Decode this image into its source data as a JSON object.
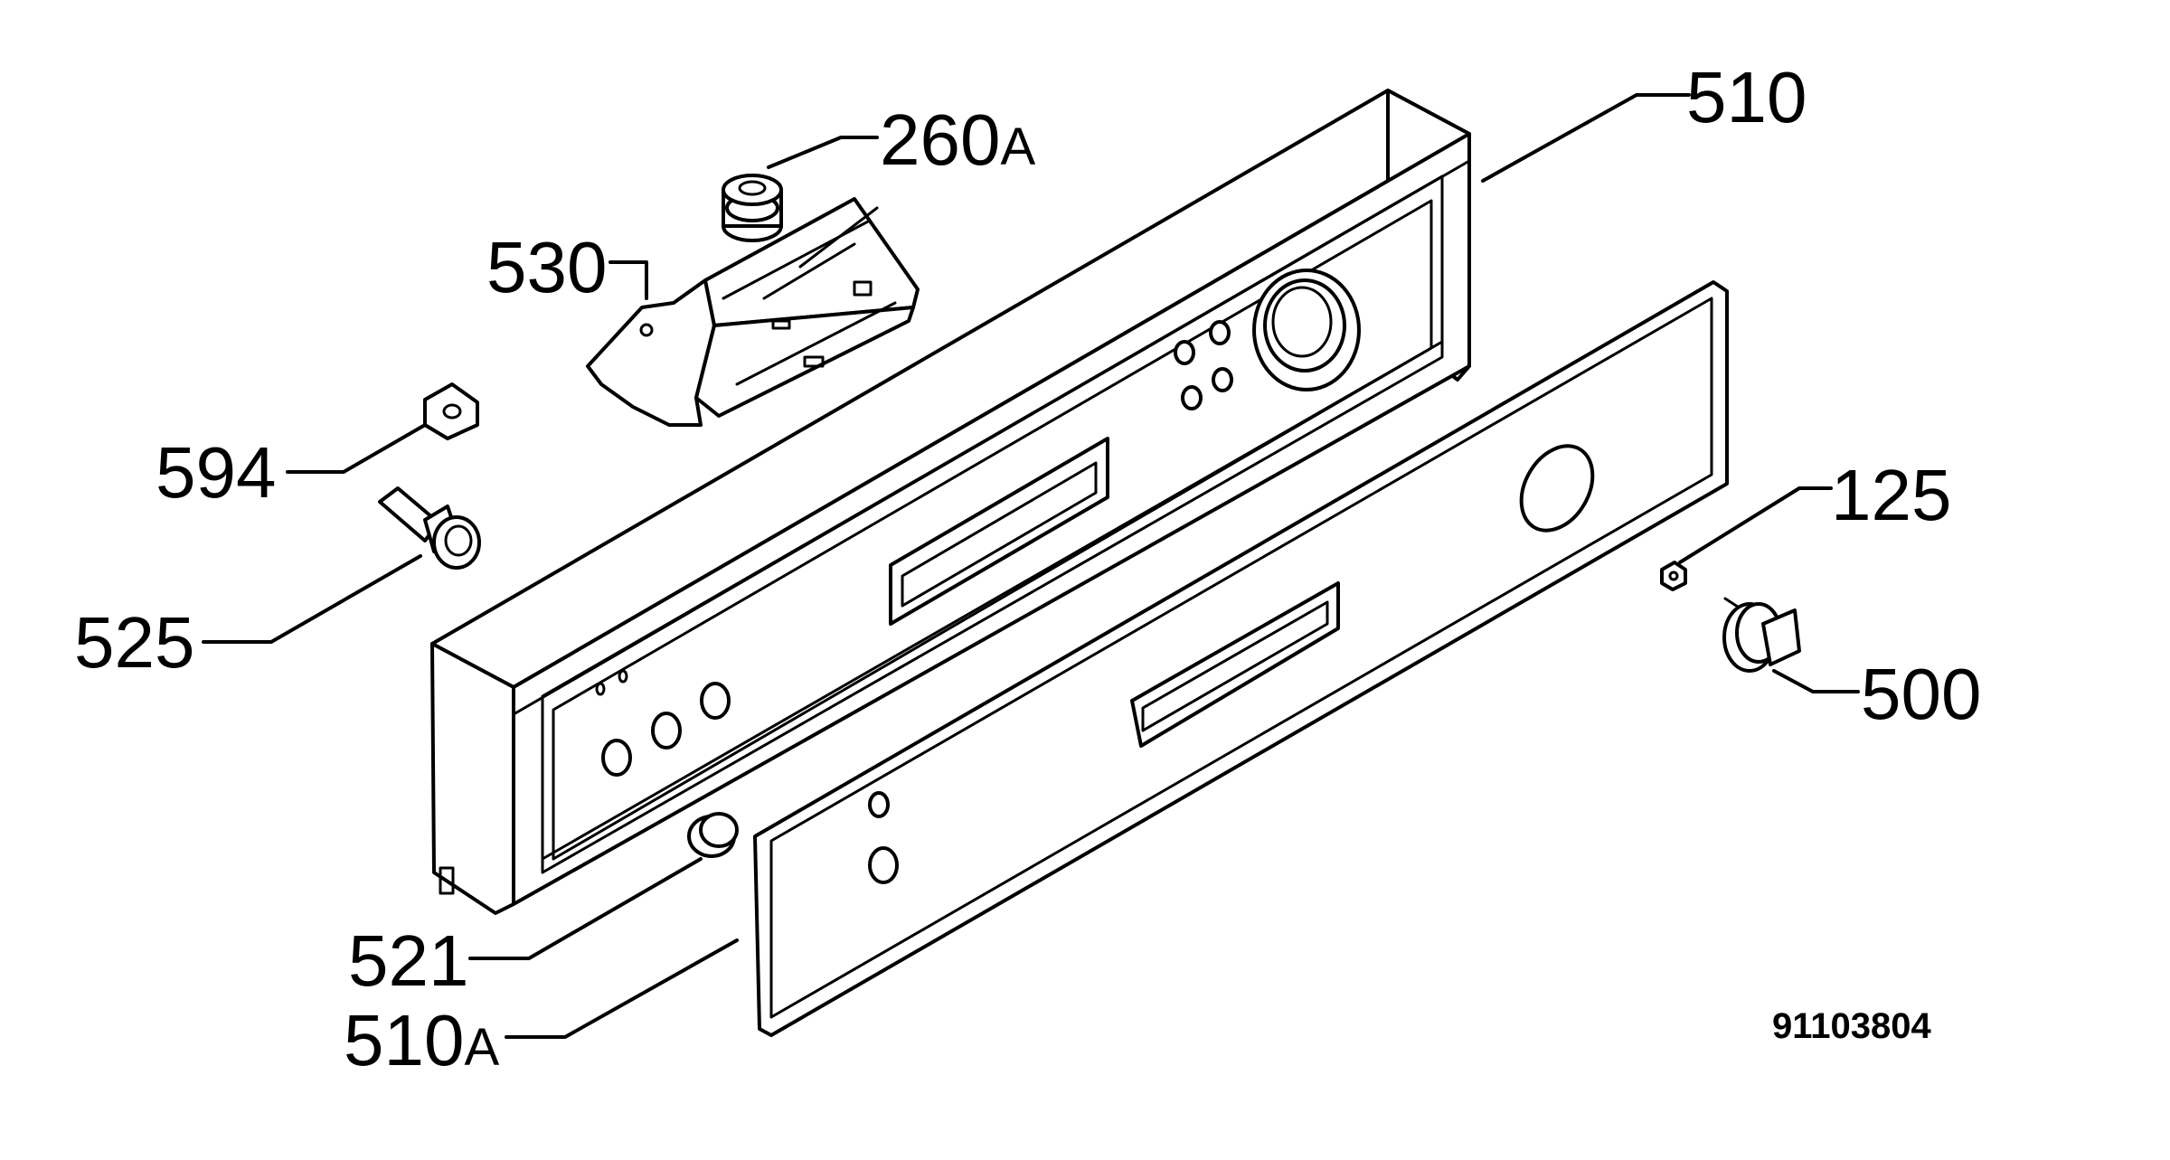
{
  "labels": {
    "p510": "510",
    "p260_num": "260",
    "p260_suffix": "A",
    "p530": "530",
    "p594": "594",
    "p525": "525",
    "p125": "125",
    "p500": "500",
    "p521": "521",
    "p510a_num": "510",
    "p510a_suffix": "A"
  },
  "doc_number": "91103804"
}
